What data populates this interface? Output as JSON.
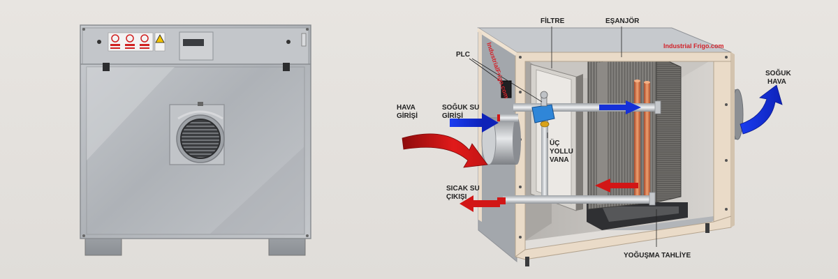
{
  "labels": {
    "filter": "FİLTRE",
    "exchanger": "EŞANJÖR",
    "plc": "PLC",
    "air_inlet_1": "HAVA",
    "air_inlet_2": "GİRİŞİ",
    "cold_water_in_1": "SOĞUK SU",
    "cold_water_in_2": "GİRİŞİ",
    "three_way_valve_1": "ÜÇ",
    "three_way_valve_2": "YOLLU",
    "three_way_valve_3": "VANA",
    "hot_water_out_1": "SICAK SU",
    "hot_water_out_2": "ÇIKIŞI",
    "cold_air_1": "SOĞUK",
    "cold_air_2": "HAVA",
    "condensate_drain": "YOĞUŞMA TAHLİYE"
  },
  "brand": {
    "top": "Industrial Frigo.com",
    "side": "IndustrialFrigo.com"
  },
  "colors": {
    "background": "#e4e1dd",
    "cold_arrow": "#1530d8",
    "hot_arrow": "#d21616",
    "casing": "#e7d8c6",
    "galvanized": "#b9bcc0",
    "copper": "#d4703a"
  }
}
